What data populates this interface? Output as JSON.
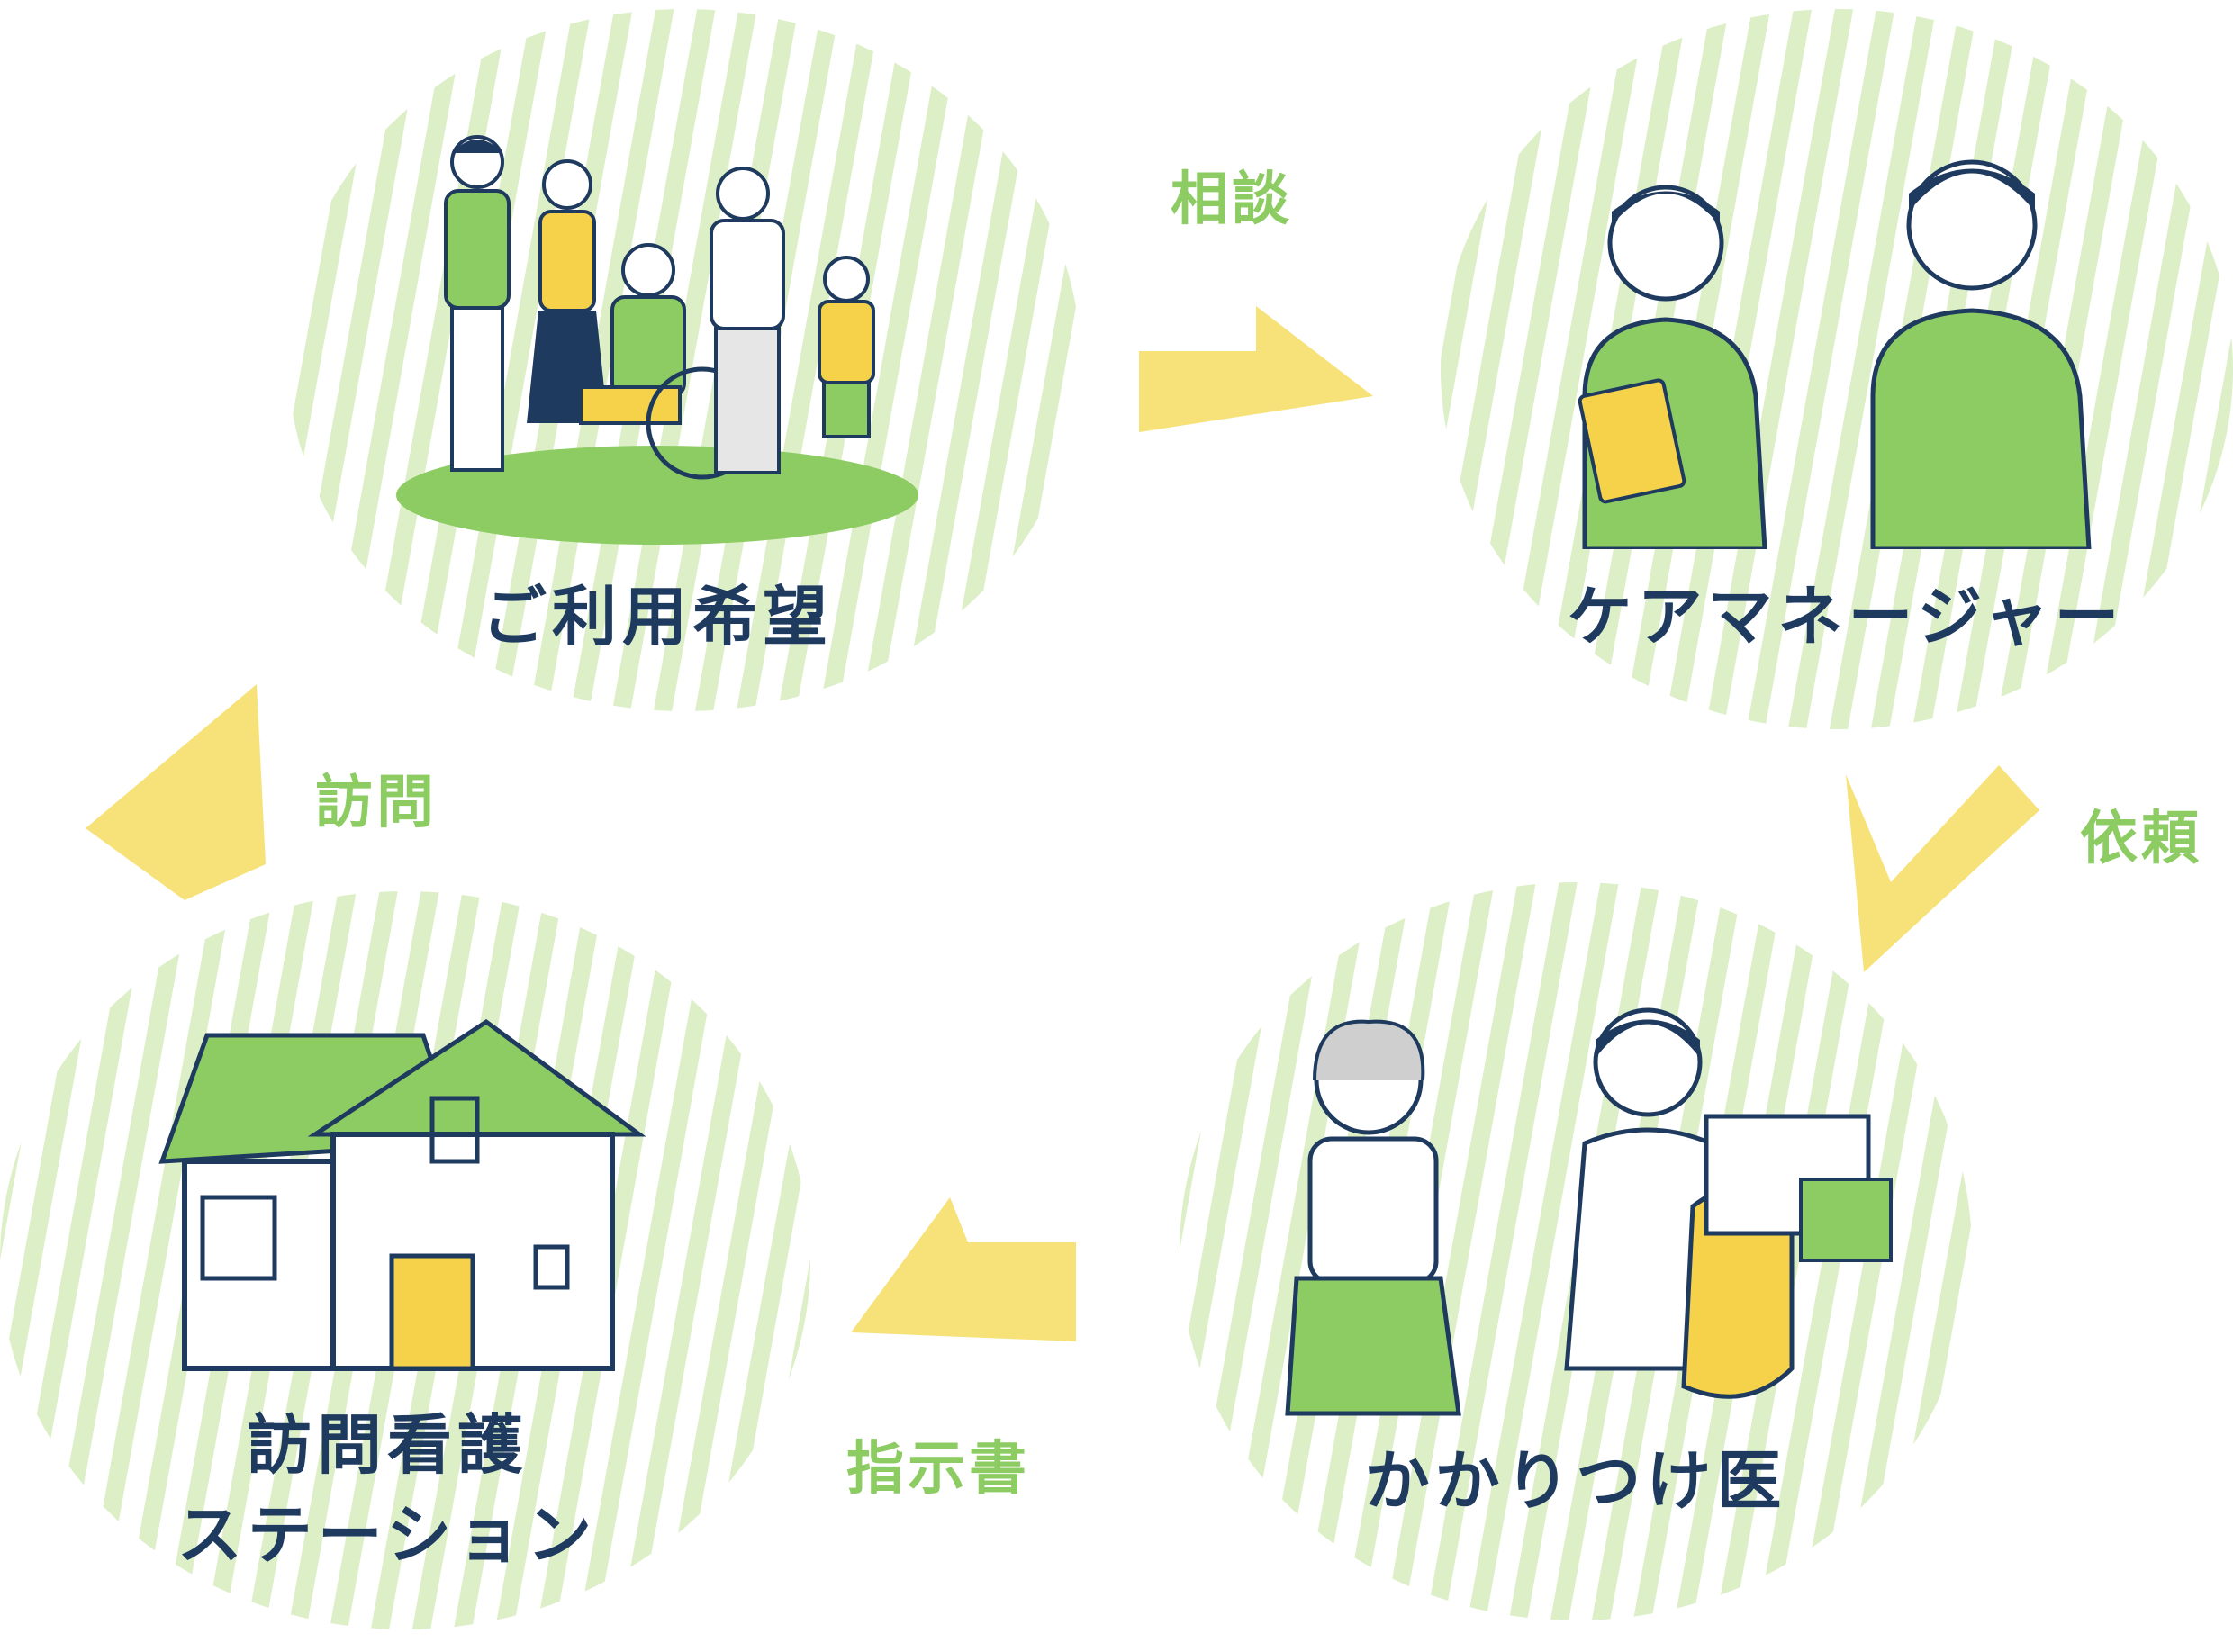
{
  "nodes": {
    "request": {
      "label": "ご利用希望"
    },
    "care_manager": {
      "label": "ケアマネージャー"
    },
    "doctor": {
      "label": "かかりつけ医"
    },
    "station": {
      "label_line1": "訪問看護",
      "label_line2": "ステーション"
    }
  },
  "edges": {
    "consult": {
      "label": "相談"
    },
    "request_doc": {
      "label": "依頼"
    },
    "instruction": {
      "label": "指示書"
    },
    "visit": {
      "label": "訪問"
    }
  },
  "colors": {
    "stripe_green": "#dcefc7",
    "accent_green": "#8ccc63",
    "arrow_yellow": "#f7e27a",
    "navy": "#1f3a5f"
  },
  "icons": [
    "family-illustration",
    "care-staff-illustration",
    "doctor-consultation-illustration",
    "house-illustration",
    "arrow-right",
    "arrow-down-left",
    "arrow-left",
    "arrow-up"
  ]
}
